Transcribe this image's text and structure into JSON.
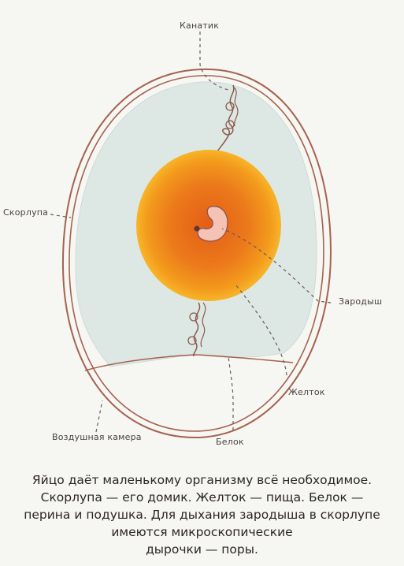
{
  "labels": {
    "chalaza": "Канатик",
    "shell": "Скорлупа",
    "embryo": "Зародыш",
    "yolk": "Желток",
    "air_cell": "Воздушная камера",
    "albumen": "Белок"
  },
  "caption": {
    "line1": "Яйцо даёт маленькому организму всё необходимое.",
    "line2": "Скорлупа — его домик. Желток — пища. Белок —",
    "line3": "перина и подушка. Для дыхания зародыша в скорлупе",
    "line4": "имеются микроскопические",
    "line5": "дырочки — поры."
  },
  "colors": {
    "background": "#f6f6f3",
    "shell_line": "#9a5b4a",
    "albumen": "#dfe9e6",
    "yolk_outer": "#f3a21a",
    "yolk_inner": "#e8661a",
    "embryo": "#f2c1b6",
    "label_text": "#4a4340"
  }
}
